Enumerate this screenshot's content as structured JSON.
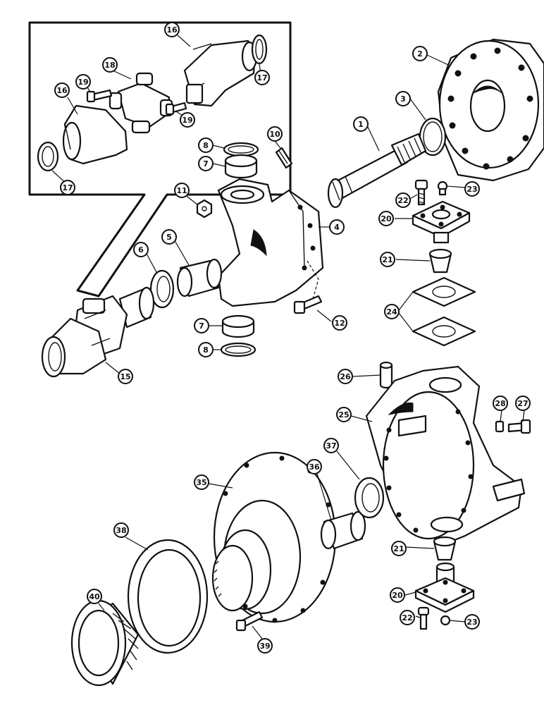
{
  "callouts": [
    {
      "label": "1"
    },
    {
      "label": "2"
    },
    {
      "label": "3"
    },
    {
      "label": "4"
    },
    {
      "label": "5"
    },
    {
      "label": "6"
    },
    {
      "label": "7"
    },
    {
      "label": "7"
    },
    {
      "label": "8"
    },
    {
      "label": "8"
    },
    {
      "label": "10"
    },
    {
      "label": "11"
    },
    {
      "label": "12"
    },
    {
      "label": "15"
    },
    {
      "label": "16"
    },
    {
      "label": "16"
    },
    {
      "label": "17"
    },
    {
      "label": "17"
    },
    {
      "label": "18"
    },
    {
      "label": "19"
    },
    {
      "label": "19"
    },
    {
      "label": "20"
    },
    {
      "label": "20"
    },
    {
      "label": "21"
    },
    {
      "label": "21"
    },
    {
      "label": "22"
    },
    {
      "label": "22"
    },
    {
      "label": "23"
    },
    {
      "label": "23"
    },
    {
      "label": "24"
    },
    {
      "label": "25"
    },
    {
      "label": "26"
    },
    {
      "label": "27"
    },
    {
      "label": "28"
    },
    {
      "label": "35"
    },
    {
      "label": "36"
    },
    {
      "label": "37"
    },
    {
      "label": "38"
    },
    {
      "label": "39"
    },
    {
      "label": "40"
    }
  ]
}
